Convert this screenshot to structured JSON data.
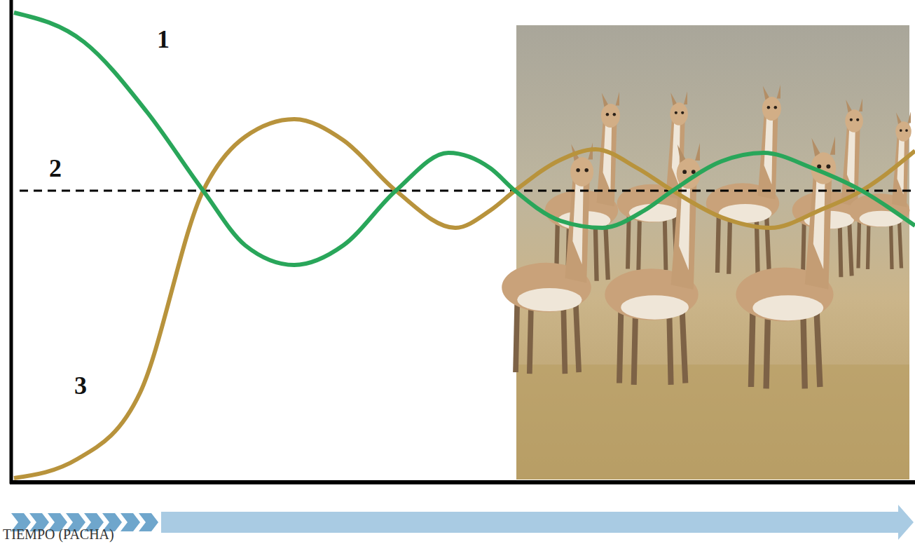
{
  "diagram": {
    "labels": [
      "1",
      "2",
      "3",
      "TIEMPO (PACHA)"
    ]
  }
}
